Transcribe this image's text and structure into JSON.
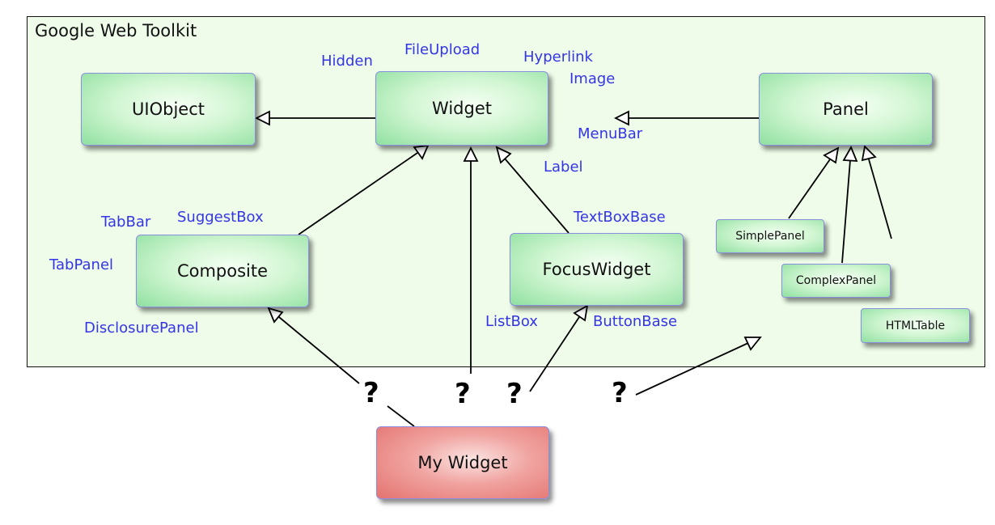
{
  "frame": {
    "title": "Google Web Toolkit"
  },
  "classes": {
    "uiobject": "UIObject",
    "widget": "Widget",
    "panel": "Panel",
    "composite": "Composite",
    "focuswidget": "FocusWidget",
    "simplepanel": "SimplePanel",
    "complexpanel": "ComplexPanel",
    "htmltable": "HTMLTable",
    "mywidget": "My Widget"
  },
  "subclass_labels": {
    "hidden": "Hidden",
    "fileupload": "FileUpload",
    "hyperlink": "Hyperlink",
    "image": "Image",
    "menubar": "MenuBar",
    "label": "Label",
    "tabbar": "TabBar",
    "suggestbox": "SuggestBox",
    "tabpanel": "TabPanel",
    "disclosurepanel": "DisclosurePanel",
    "textboxbase": "TextBoxBase",
    "listbox": "ListBox",
    "buttonbase": "ButtonBase"
  },
  "questions": {
    "q1": "?",
    "q2": "?",
    "q3": "?",
    "q4": "?"
  },
  "colors": {
    "class_box_fill": "#b6edbd",
    "my_widget_fill": "#e47370",
    "label_text": "#3535e6",
    "frame_bg": "#eefce9"
  }
}
